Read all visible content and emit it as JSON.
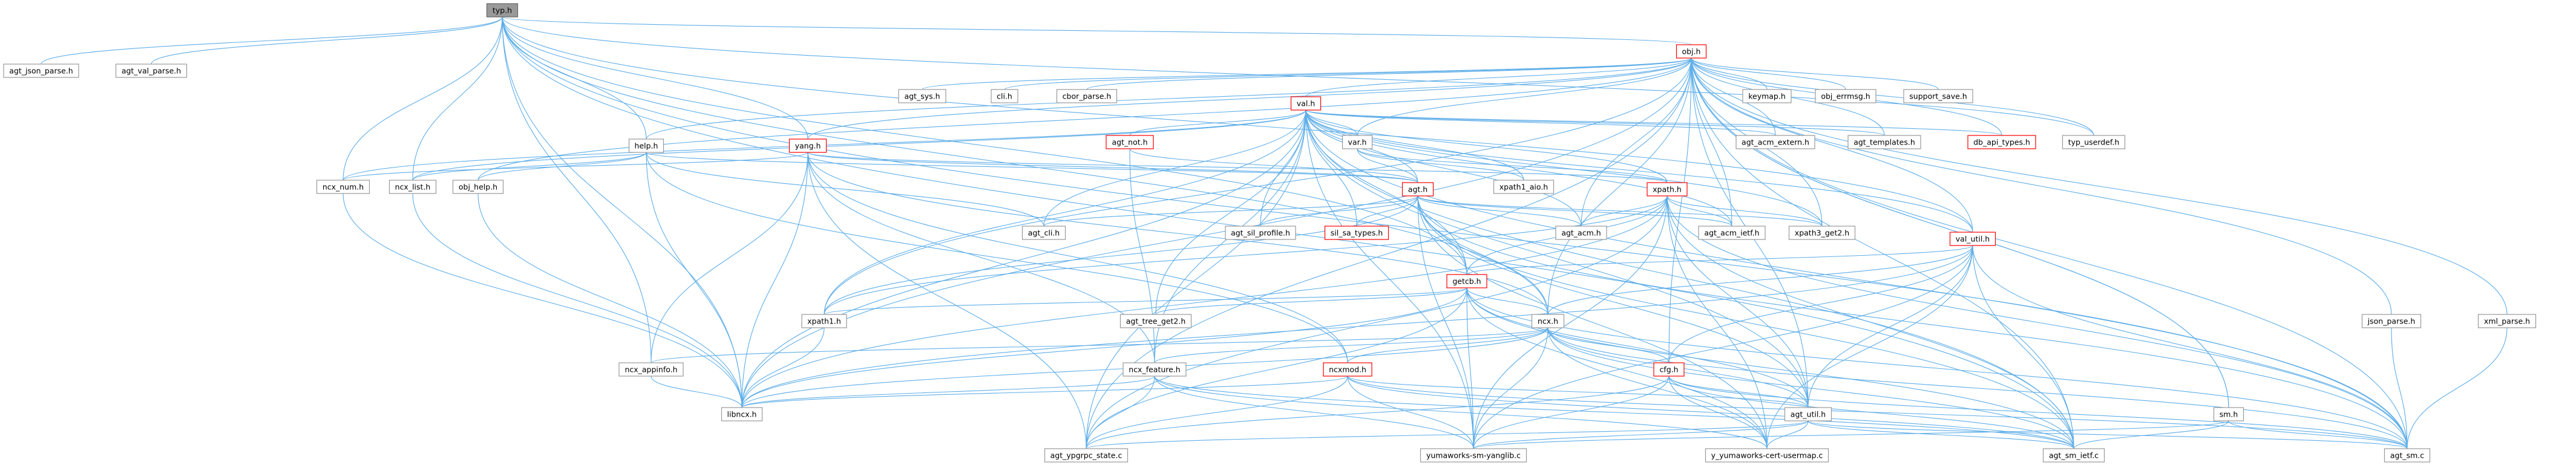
{
  "colors": {
    "edge": "#63B8FF",
    "box_border_gray": "#999999",
    "box_border_red": "#FF0000",
    "box_fill": "#FFFFFF",
    "root_fill": "#999999",
    "root_border": "#666666"
  },
  "graph": {
    "nodes": [
      {
        "id": "typ_h",
        "label": "typ.h",
        "style": "root"
      },
      {
        "id": "obj_h",
        "label": "obj.h",
        "style": "red"
      },
      {
        "id": "val_h",
        "label": "val.h",
        "style": "red"
      },
      {
        "id": "yang_h",
        "label": "yang.h",
        "style": "red"
      },
      {
        "id": "help_h",
        "label": "help.h",
        "style": "gray"
      },
      {
        "id": "agt_json_parse_h",
        "label": "agt_json_parse.h",
        "style": "gray"
      },
      {
        "id": "agt_val_parse_h",
        "label": "agt_val_parse.h",
        "style": "gray"
      },
      {
        "id": "agt_sys_h",
        "label": "agt_sys.h",
        "style": "gray"
      },
      {
        "id": "cli_h",
        "label": "cli.h",
        "style": "gray"
      },
      {
        "id": "cbor_parse_h",
        "label": "cbor_parse.h",
        "style": "gray"
      },
      {
        "id": "keymap_h",
        "label": "keymap.h",
        "style": "gray"
      },
      {
        "id": "obj_errmsg_h",
        "label": "obj_errmsg.h",
        "style": "gray"
      },
      {
        "id": "support_save_h",
        "label": "support_save.h",
        "style": "gray"
      },
      {
        "id": "typ_userdef_h",
        "label": "typ_userdef.h",
        "style": "gray"
      },
      {
        "id": "db_api_types_h",
        "label": "db_api_types.h",
        "style": "red"
      },
      {
        "id": "agt_templates_h",
        "label": "agt_templates.h",
        "style": "gray"
      },
      {
        "id": "agt_acm_extern_h",
        "label": "agt_acm_extern.h",
        "style": "gray"
      },
      {
        "id": "agt_not_h",
        "label": "agt_not.h",
        "style": "red"
      },
      {
        "id": "var_h",
        "label": "var.h",
        "style": "gray"
      },
      {
        "id": "ncx_num_h",
        "label": "ncx_num.h",
        "style": "gray"
      },
      {
        "id": "ncx_list_h",
        "label": "ncx_list.h",
        "style": "gray"
      },
      {
        "id": "obj_help_h",
        "label": "obj_help.h",
        "style": "gray"
      },
      {
        "id": "xpath1_aio_h",
        "label": "xpath1_aio.h",
        "style": "gray"
      },
      {
        "id": "agt_h",
        "label": "agt.h",
        "style": "red"
      },
      {
        "id": "xpath_h",
        "label": "xpath.h",
        "style": "red"
      },
      {
        "id": "agt_cli_h",
        "label": "agt_cli.h",
        "style": "gray"
      },
      {
        "id": "agt_sil_profile_h",
        "label": "agt_sil_profile.h",
        "style": "gray"
      },
      {
        "id": "sil_sa_types_h",
        "label": "sil_sa_types.h",
        "style": "red"
      },
      {
        "id": "agt_acm_h",
        "label": "agt_acm.h",
        "style": "gray"
      },
      {
        "id": "agt_acm_ietf_h",
        "label": "agt_acm_ietf.h",
        "style": "gray"
      },
      {
        "id": "xpath3_get2_h",
        "label": "xpath3_get2.h",
        "style": "gray"
      },
      {
        "id": "val_util_h",
        "label": "val_util.h",
        "style": "red"
      },
      {
        "id": "getcb_h",
        "label": "getcb.h",
        "style": "red"
      },
      {
        "id": "xpath1_h",
        "label": "xpath1.h",
        "style": "gray"
      },
      {
        "id": "agt_tree_get2_h",
        "label": "agt_tree_get2.h",
        "style": "gray"
      },
      {
        "id": "ncx_h",
        "label": "ncx.h",
        "style": "gray"
      },
      {
        "id": "json_parse_h",
        "label": "json_parse.h",
        "style": "gray"
      },
      {
        "id": "xml_parse_h",
        "label": "xml_parse.h",
        "style": "gray"
      },
      {
        "id": "ncx_appinfo_h",
        "label": "ncx_appinfo.h",
        "style": "gray"
      },
      {
        "id": "ncx_feature_h",
        "label": "ncx_feature.h",
        "style": "gray"
      },
      {
        "id": "ncxmod_h",
        "label": "ncxmod.h",
        "style": "red"
      },
      {
        "id": "cfg_h",
        "label": "cfg.h",
        "style": "red"
      },
      {
        "id": "libncx_h",
        "label": "libncx.h",
        "style": "gray"
      },
      {
        "id": "agt_util_h",
        "label": "agt_util.h",
        "style": "gray"
      },
      {
        "id": "sm_h",
        "label": "sm.h",
        "style": "gray"
      },
      {
        "id": "agt_ypgrpc_state_c",
        "label": "agt_ypgrpc_state.c",
        "style": "gray"
      },
      {
        "id": "yumaworks_sm_yanglib_c",
        "label": "yumaworks-sm-yanglib.c",
        "style": "gray"
      },
      {
        "id": "y_yumaworks_cert_usermap_c",
        "label": "y_yumaworks-cert-usermap.c",
        "style": "gray"
      },
      {
        "id": "agt_sm_ietf_c",
        "label": "agt_sm_ietf.c",
        "style": "gray"
      },
      {
        "id": "agt_sm_c",
        "label": "agt_sm.c",
        "style": "gray"
      }
    ]
  }
}
